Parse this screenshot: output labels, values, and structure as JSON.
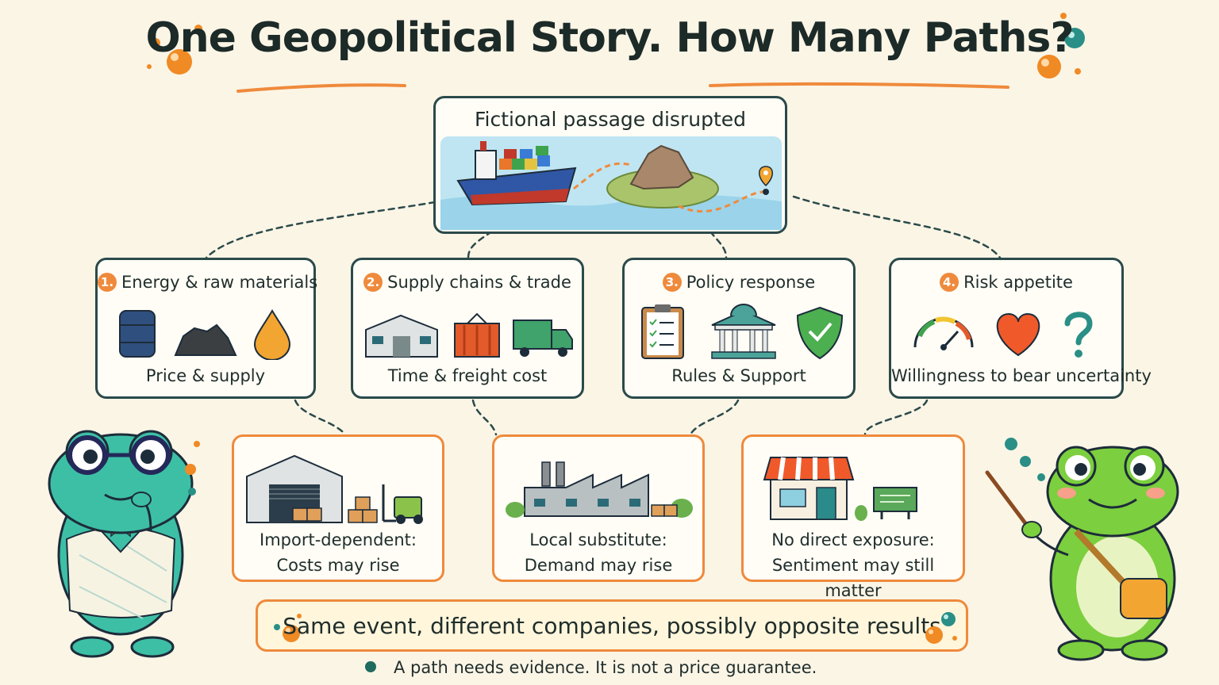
{
  "title": "One Geopolitical Story. How Many Paths?",
  "event": {
    "label": "Fictional passage disrupted",
    "icons": [
      "cargo-ship",
      "rocky-island",
      "map-pin",
      "dashed-route"
    ]
  },
  "factors": [
    {
      "number": "1.",
      "title": "Energy & raw materials",
      "caption": "Price & supply",
      "icons": [
        "oil-barrel",
        "coal-pile",
        "oil-drop"
      ]
    },
    {
      "number": "2.",
      "title": "Supply chains & trade",
      "caption": "Time & freight cost",
      "icons": [
        "warehouse",
        "shipping-container",
        "delivery-truck"
      ]
    },
    {
      "number": "3.",
      "title": "Policy response",
      "caption": "Rules & Support",
      "icons": [
        "clipboard-checklist",
        "government-building",
        "shield-check"
      ]
    },
    {
      "number": "4.",
      "title": "Risk appetite",
      "caption": "Willingness to bear uncertainty",
      "icons": [
        "gauge",
        "heart",
        "question-mark"
      ]
    }
  ],
  "outcomes": [
    {
      "line1": "Import-dependent:",
      "line2": "Costs may rise",
      "icons": [
        "warehouse",
        "boxes",
        "forklift"
      ]
    },
    {
      "line1": "Local substitute:",
      "line2": "Demand may rise",
      "icons": [
        "factory",
        "boxes"
      ]
    },
    {
      "line1": "No direct exposure:",
      "line2": "Sentiment may still matter",
      "icons": [
        "storefront",
        "sign-board"
      ]
    }
  ],
  "conclusion": "Same event, different companies, possibly opposite results",
  "footnote": "A path needs evidence. It is not a price guarantee.",
  "characters": [
    "frog-with-glasses-thinking",
    "frog-with-pointer-stick"
  ],
  "colors": {
    "background": "#fbf5e6",
    "dark_border": "#2b4a4a",
    "accent_orange": "#ef8a3c",
    "teal": "#1f6b5e",
    "frog_teal": "#3dbfa6",
    "frog_green": "#7ccf3e"
  }
}
